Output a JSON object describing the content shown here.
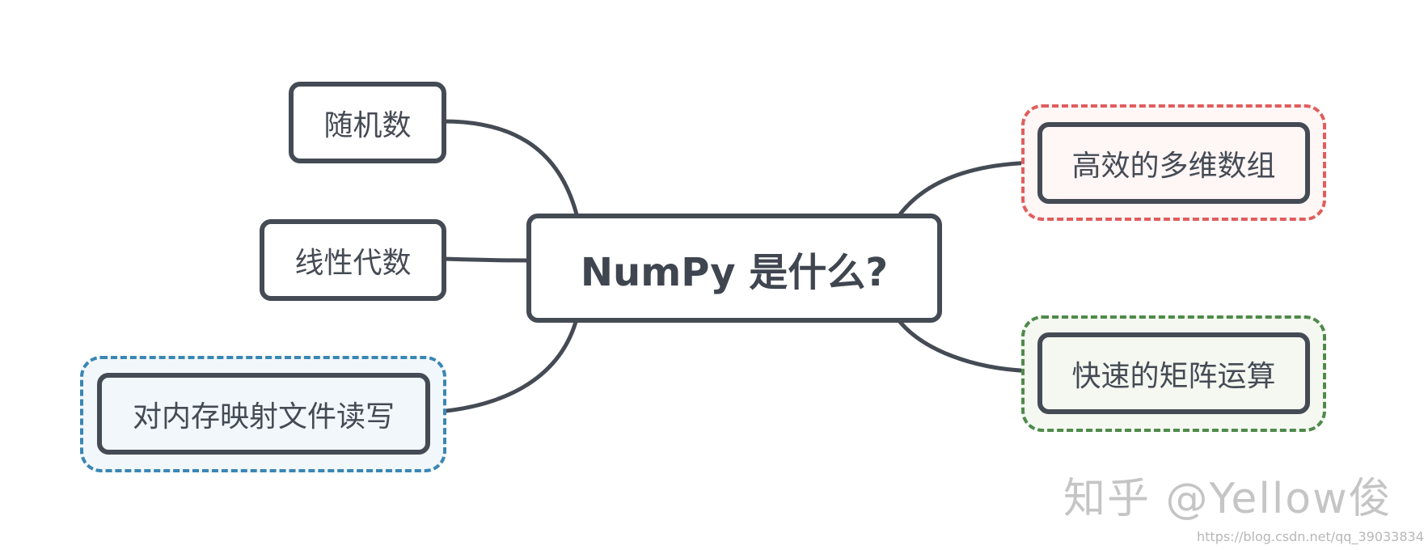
{
  "center": {
    "label": "NumPy 是什么?"
  },
  "left_branches": [
    {
      "label": "随机数"
    },
    {
      "label": "线性代数"
    },
    {
      "label": "对内存映射文件读写"
    }
  ],
  "right_branches": [
    {
      "label": "高效的多维数组"
    },
    {
      "label": "快速的矩阵运算"
    }
  ],
  "colors": {
    "line": "#454b54",
    "red_dash": "#e15d5d",
    "red_fill": "#fff6f6",
    "green_dash": "#4f8a4a",
    "green_fill": "#f4f8f1",
    "blue_dash": "#3b86b3",
    "blue_fill": "#f1f7fb"
  },
  "watermark": {
    "main": "知乎 @Yellow俊",
    "url": "https://blog.csdn.net/qq_39033834"
  }
}
